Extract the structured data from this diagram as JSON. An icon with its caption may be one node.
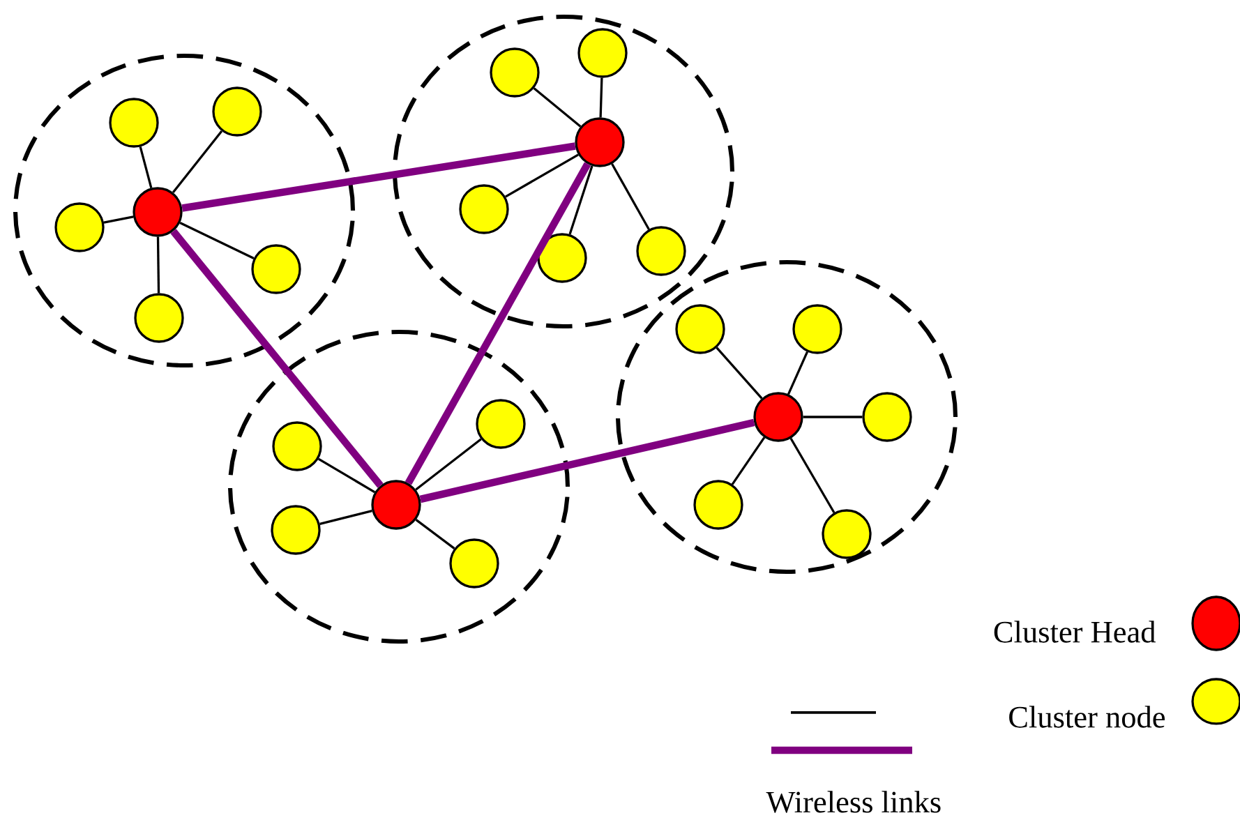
{
  "diagram": {
    "nodes": [
      {
        "text": [],
        "shape": "circle"
      },
      {
        "text": [],
        "shape": "circle",
        "in": 0
      },
      {
        "text": [],
        "shape": "circle",
        "in": 0
      },
      {
        "text": [],
        "shape": "circle",
        "in": 0
      },
      {
        "text": [],
        "shape": "circle",
        "in": 0
      },
      {
        "text": [],
        "shape": "circle",
        "in": 0
      },
      {
        "text": [],
        "shape": "circle",
        "in": 0
      },
      {
        "text": [],
        "shape": "circle"
      },
      {
        "text": [],
        "shape": "circle",
        "in": 7
      },
      {
        "text": [],
        "shape": "circle",
        "in": 7
      },
      {
        "text": [],
        "shape": "circle",
        "in": 7
      },
      {
        "text": [],
        "shape": "circle",
        "in": 7
      },
      {
        "text": [],
        "shape": "circle",
        "in": 7
      },
      {
        "text": [],
        "shape": "circle",
        "in": 7
      },
      {
        "text": [],
        "shape": "circle"
      },
      {
        "text": [],
        "shape": "circle",
        "in": 14
      },
      {
        "text": [],
        "shape": "circle",
        "in": 14
      },
      {
        "text": [],
        "shape": "circle",
        "in": 14
      },
      {
        "text": [],
        "shape": "circle",
        "in": 14
      },
      {
        "text": [],
        "shape": "circle",
        "in": 14
      },
      {
        "text": [],
        "shape": "circle"
      },
      {
        "text": [],
        "shape": "circle",
        "in": 20
      },
      {
        "text": [],
        "shape": "circle",
        "in": 20
      },
      {
        "text": [],
        "shape": "circle",
        "in": 20
      },
      {
        "text": [],
        "shape": "circle",
        "in": 20
      },
      {
        "text": [],
        "shape": "circle",
        "in": 20
      },
      {
        "text": [],
        "shape": "circle",
        "in": 20
      }
    ],
    "edges": [
      {
        "from": 1,
        "to": 2,
        "arrow": "none"
      },
      {
        "from": 1,
        "to": 3,
        "arrow": "none"
      },
      {
        "from": 1,
        "to": 4,
        "arrow": "none"
      },
      {
        "from": 1,
        "to": 5,
        "arrow": "none"
      },
      {
        "from": 1,
        "to": 6,
        "arrow": "none"
      },
      {
        "from": 8,
        "to": 9,
        "arrow": "none"
      },
      {
        "from": 8,
        "to": 10,
        "arrow": "none"
      },
      {
        "from": 8,
        "to": 11,
        "arrow": "none"
      },
      {
        "from": 8,
        "to": 12,
        "arrow": "none"
      },
      {
        "from": 8,
        "to": 13,
        "arrow": "none"
      },
      {
        "from": 15,
        "to": 16,
        "arrow": "none"
      },
      {
        "from": 15,
        "to": 17,
        "arrow": "none"
      },
      {
        "from": 15,
        "to": 18,
        "arrow": "none"
      },
      {
        "from": 15,
        "to": 19,
        "arrow": "none"
      },
      {
        "from": 21,
        "to": 22,
        "arrow": "none"
      },
      {
        "from": 21,
        "to": 23,
        "arrow": "none"
      },
      {
        "from": 21,
        "to": 24,
        "arrow": "none"
      },
      {
        "from": 21,
        "to": 25,
        "arrow": "none"
      },
      {
        "from": 21,
        "to": 26,
        "arrow": "none"
      },
      {
        "from": 1,
        "to": 8,
        "arrow": "none",
        "style": "thick",
        "color": "#800080"
      },
      {
        "from": 1,
        "to": 15,
        "arrow": "none",
        "style": "thick",
        "color": "#800080"
      },
      {
        "from": 8,
        "to": 15,
        "arrow": "none",
        "style": "thick",
        "color": "#800080"
      },
      {
        "from": 15,
        "to": 21,
        "arrow": "none",
        "style": "thick",
        "color": "#800080"
      }
    ],
    "legend": [
      {
        "text": "Cluster Head",
        "color": "#ff0000"
      },
      {
        "text": "Cluster node",
        "color": "#ffff00"
      },
      {
        "text": "Wireless links"
      }
    ]
  }
}
